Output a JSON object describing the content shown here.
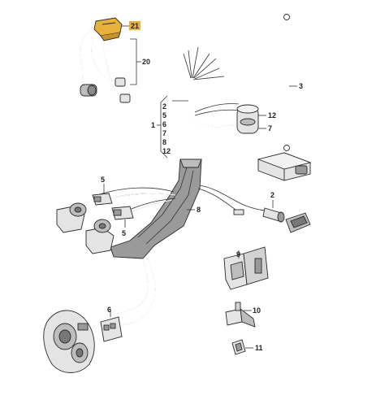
{
  "colors": {
    "highlight": "#e8b23a",
    "part_fill": "#e4e4e4",
    "part_dark": "#9a9a9a",
    "line": "#333333"
  },
  "callouts": {
    "c21": "21",
    "c20": "20",
    "c3": "3",
    "c1": "1",
    "group_1": [
      "2",
      "5",
      "6",
      "7",
      "8",
      "12"
    ],
    "c12": "12",
    "c7": "7",
    "c5a": "5",
    "c5b": "5",
    "c8": "8",
    "c2": "2",
    "c9": "9",
    "c6": "6",
    "c10": "10",
    "c11": "11"
  }
}
